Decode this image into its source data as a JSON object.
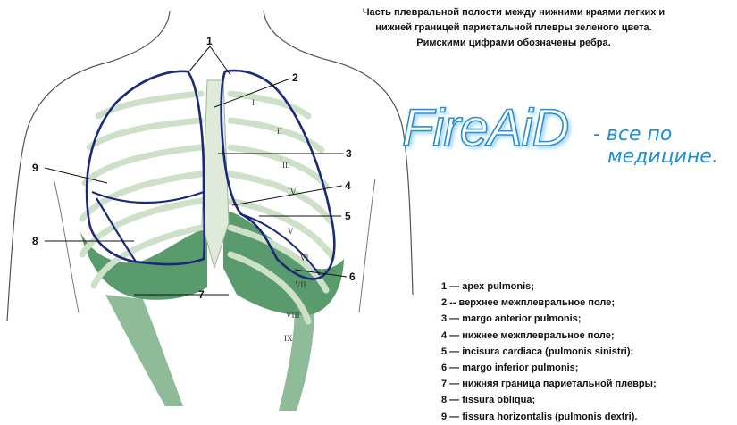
{
  "caption": {
    "lines": [
      "Часть плевральной полости между нижними краями легких и",
      "нижней границей париетальной плевры зеленого цвета.",
      "Римскими цифрами обозначены ребра."
    ]
  },
  "brand": {
    "logo": "FireAiD",
    "tagline_line1": "- все по",
    "tagline_line2": "медицине."
  },
  "diagram": {
    "callouts": [
      "1",
      "2",
      "3",
      "4",
      "5",
      "6",
      "7",
      "8",
      "9"
    ],
    "ribs": [
      "I",
      "II",
      "III",
      "IV",
      "V",
      "VI",
      "VII",
      "VIII",
      "IX"
    ],
    "colors": {
      "lung_outline": "#1b2a78",
      "pleura_green": "#3d8a54",
      "bone": "#e6efe0"
    }
  },
  "legend": [
    "1 — apex pulmonis;",
    "2 -- верхнее межплевральное поле;",
    "3 — margo anterior pulmonis;",
    "4 — нижнее межплевральное поле;",
    "5 — incisura cardiaca (pulmonis sinistri);",
    "6 — margo inferior pulmonis;",
    "7 — нижняя граница париетальной плевры;",
    "8 — fissura obliqua;",
    "9 — fissura horizontalis (pulmonis dextri)."
  ]
}
